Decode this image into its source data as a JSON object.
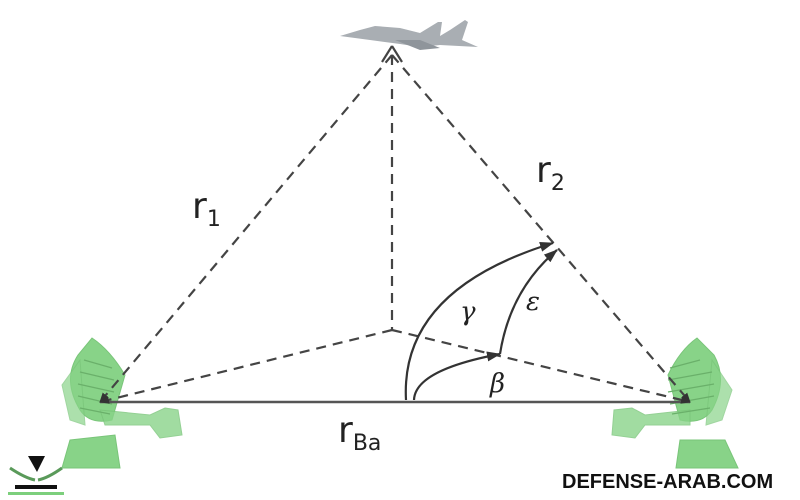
{
  "labels": {
    "r1": "r",
    "r1_sub": "1",
    "r2": "r",
    "r2_sub": "2",
    "rba": "r",
    "rba_sub": "Ba",
    "gamma": "γ",
    "epsilon": "ε",
    "beta": "β"
  },
  "watermark": "DEFENSE-ARAB.COM",
  "colors": {
    "radar": "#7ccf7c",
    "line": "#444444",
    "aircraft": "#a9aeb3"
  }
}
